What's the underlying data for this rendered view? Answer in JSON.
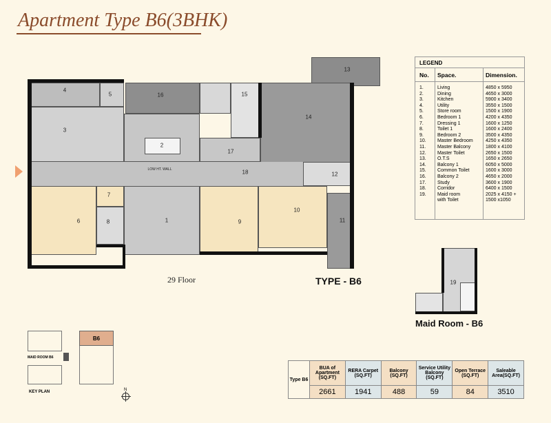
{
  "title": "Apartment Type B6(3BHK)",
  "plan": {
    "floor": "29 Floor",
    "type": "TYPE - B6",
    "low_wall": "LOW HT. WALL",
    "room_numbers": [
      "1",
      "2",
      "3",
      "4",
      "5",
      "6",
      "7",
      "8",
      "9",
      "10",
      "11",
      "12",
      "13",
      "14",
      "15",
      "16",
      "17",
      "18",
      "19"
    ]
  },
  "legend": {
    "title": "LEGEND",
    "headers": [
      "No.",
      "Space.",
      "Dimension."
    ],
    "rows": [
      [
        "1.",
        "Living",
        "4850 x 5950"
      ],
      [
        "2.",
        "Dining",
        "4650 x 3000"
      ],
      [
        "3.",
        "Kitchen",
        "5900 x 3400"
      ],
      [
        "4.",
        "Utility",
        "3550 x 1500"
      ],
      [
        "5.",
        "Store room",
        "1500 x 1900"
      ],
      [
        "6.",
        "Bedroom 1",
        "4200 x 4350"
      ],
      [
        "7.",
        "Dressing 1",
        "1600 x 1250"
      ],
      [
        "8.",
        "Toilet 1",
        "1600 x 2400"
      ],
      [
        "9.",
        "Bedroom 2",
        "3500 x 4350"
      ],
      [
        "10.",
        "Master Bedroom",
        "4250 x 4350"
      ],
      [
        "11.",
        "Master Balcony",
        "1800 x 4100"
      ],
      [
        "12.",
        "Master Toilet",
        "2650 x 1500"
      ],
      [
        "13.",
        "O.T.S",
        "1650 x 2650"
      ],
      [
        "14.",
        "Balcony 1",
        "6050 x 5000"
      ],
      [
        "15.",
        "Common Toilet",
        "1600 x 3000"
      ],
      [
        "16.",
        "Balcony 2",
        "4650 x 2000"
      ],
      [
        "17.",
        "Study",
        "3600 x 1900"
      ],
      [
        "18.",
        "Corridor",
        "6400 x 1500"
      ],
      [
        "19.",
        "Maid room",
        "2025 x 4150 +"
      ],
      [
        "",
        "with Toilet",
        "1500 x1050"
      ]
    ]
  },
  "maid_room": {
    "title": "Maid Room - B6",
    "number": "19"
  },
  "areas": {
    "type_label": "Type B6",
    "columns": [
      {
        "header": "BUA of Apartment (SQ.FT)",
        "value": "2661"
      },
      {
        "header": "RERA Carpet (SQ.FT)",
        "value": "1941"
      },
      {
        "header": "Balcony (SQ.FT)",
        "value": "488"
      },
      {
        "header": "Service Utility Balcony (SQ.FT)",
        "value": "59"
      },
      {
        "header": "Open Terrace (SQ.FT)",
        "value": "84"
      },
      {
        "header": "Saleable Area(SQ.FT)",
        "value": "3510"
      }
    ]
  },
  "key_plan": {
    "title": "KEY PLAN",
    "unit": "B6",
    "maid_label": "MAID ROOM B6",
    "north": "N"
  }
}
